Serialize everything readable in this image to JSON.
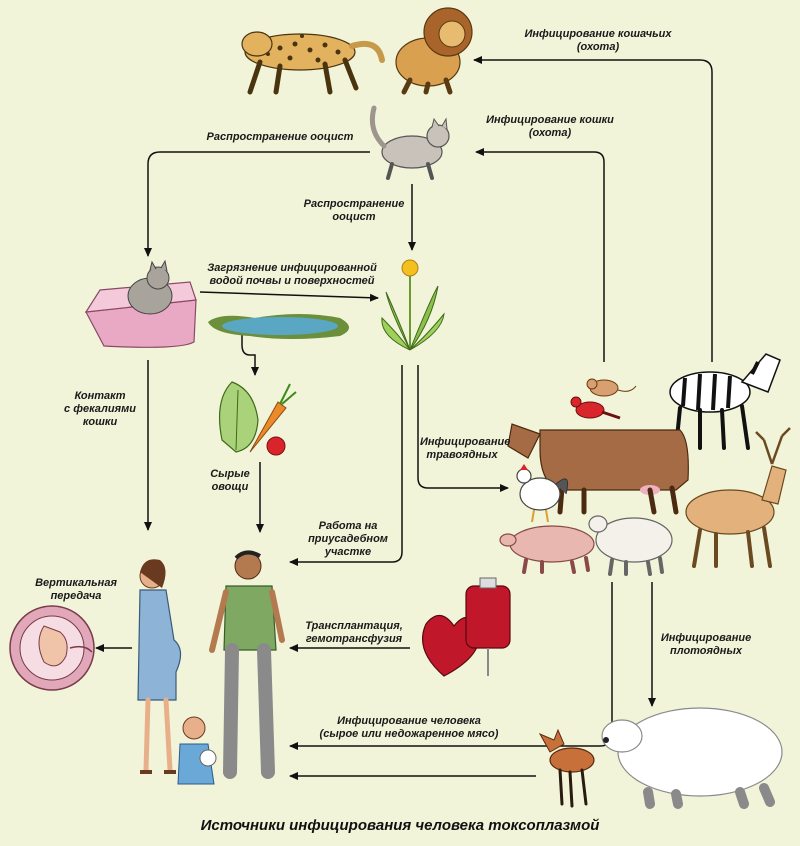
{
  "caption": "Источники инфицирования человека токсоплазмой",
  "labels": {
    "felid_infection": [
      "Инфицирование кошачьих",
      "(охота)"
    ],
    "cat_infection": [
      "Инфицирование кошки",
      "(охота)"
    ],
    "oocyst_spread_left": [
      "Распространение ооцист"
    ],
    "oocyst_spread_down": [
      "Распространение",
      "ооцист"
    ],
    "contamination": [
      "Загрязнение инфицированной",
      "водой почвы и поверхностей"
    ],
    "feces_contact": [
      "Контакт",
      "с фекалиями",
      "кошки"
    ],
    "raw_vegetables": [
      "Сырые",
      "овощи"
    ],
    "herbivore_infection": [
      "Инфицирование",
      "травоядных"
    ],
    "garden_work": [
      "Работа на",
      "приусадебном",
      "участке"
    ],
    "vertical": [
      "Вертикальная",
      "передача"
    ],
    "transplant": [
      "Трансплантация,",
      "гемотрансфузия"
    ],
    "carnivore_infection": [
      "Инфицирование",
      "плотоядных"
    ],
    "human_infection": [
      "Инфицирование человека",
      "(сырое или недожаренное мясо)"
    ]
  },
  "colors": {
    "background": "#f2f4d9",
    "arrow": "#111111",
    "litter_box": "#e9a8c4",
    "water": "#5aa7c4",
    "cow": "#a56b45",
    "deer": "#e3b27c",
    "pig": "#e8b8b0",
    "blood": "#c0182a",
    "shirt_man": "#7fa862",
    "dress": "#8db3d6"
  },
  "icons": [
    "leopard-icon",
    "lion-icon",
    "cat-icon",
    "litter-box-icon",
    "pond-icon",
    "dandelion-icon",
    "vegetables-icon",
    "mouse-icon",
    "bird-icon",
    "zebra-icon",
    "cow-icon",
    "deer-icon",
    "rooster-icon",
    "pig-icon",
    "sheep-icon",
    "pregnant-woman-icon",
    "fetus-icon",
    "man-icon",
    "child-icon",
    "heart-icon",
    "blood-bag-icon",
    "fox-icon",
    "polar-bear-icon"
  ]
}
